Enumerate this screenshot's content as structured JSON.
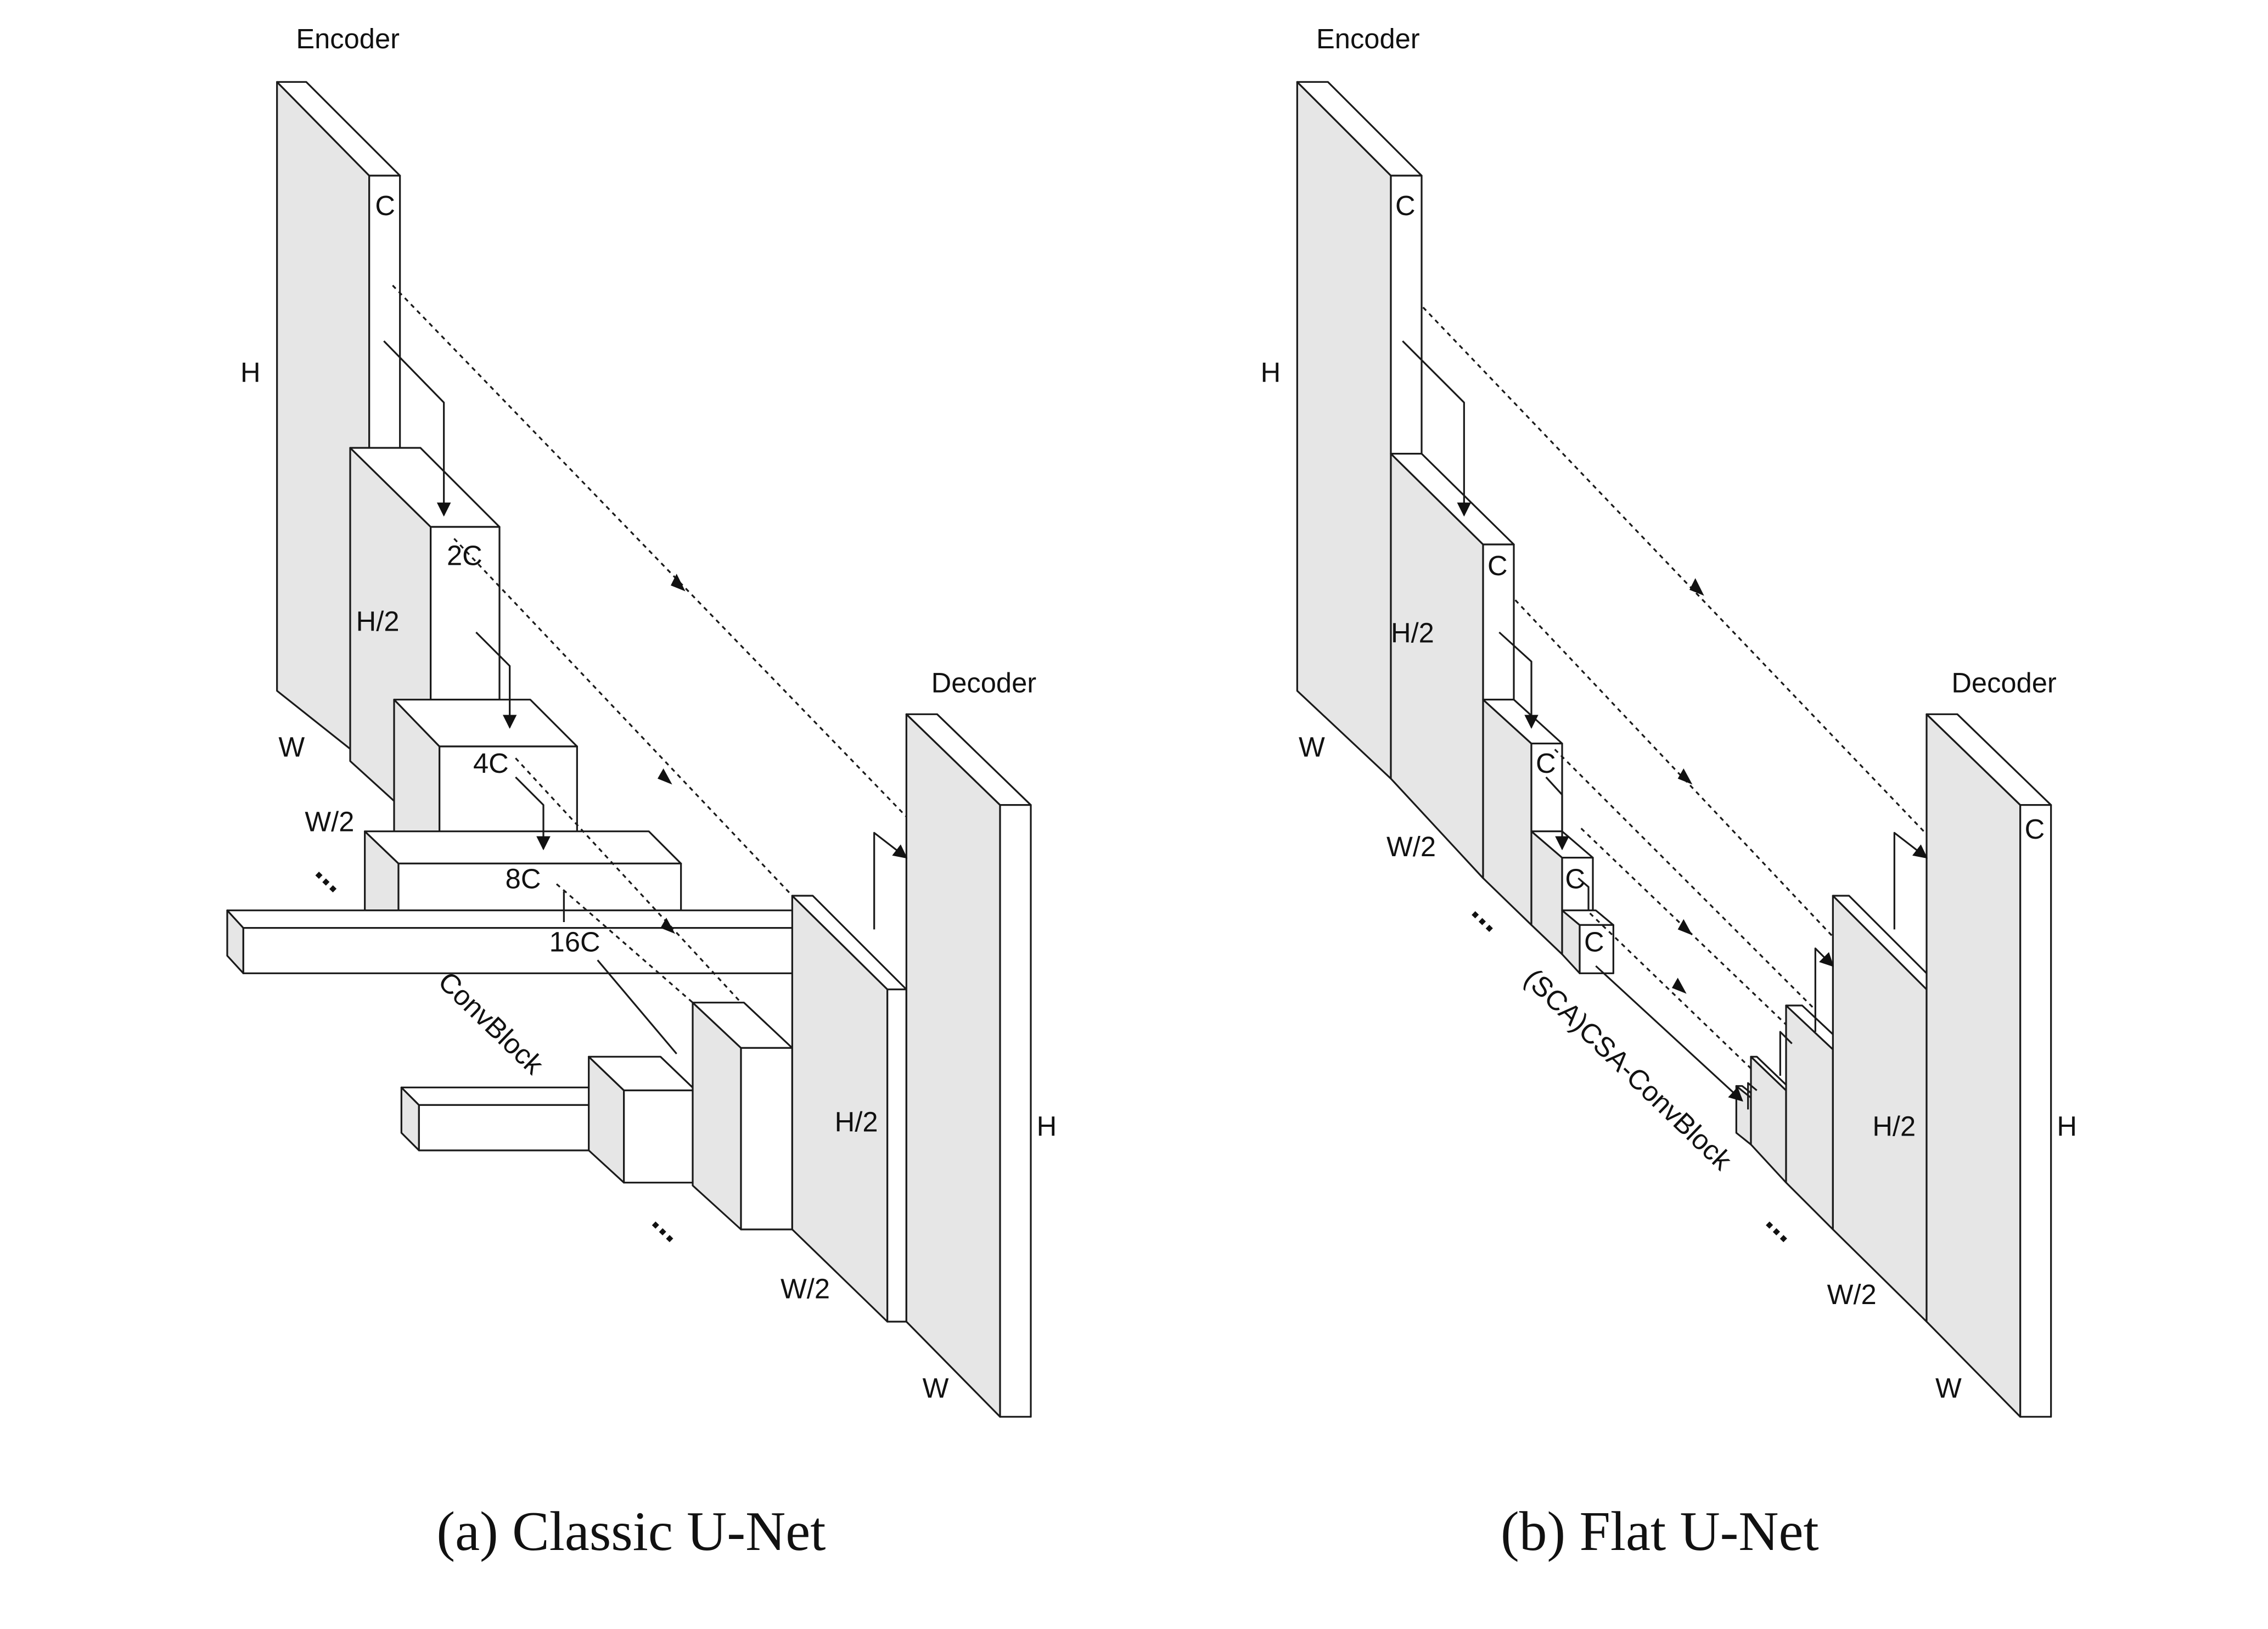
{
  "panel_a": {
    "encoder_label": "Encoder",
    "decoder_label": "Decoder",
    "enc_c": "C",
    "enc_2c": "2C",
    "enc_4c": "4C",
    "enc_8c": "8C",
    "enc_16c": "16C",
    "h": "H",
    "w": "W",
    "h2": "H/2",
    "w2": "W/2",
    "dec_h": "H",
    "dec_w": "W",
    "dec_h2": "H/2",
    "dec_w2": "W/2",
    "block_label": "ConvBlock",
    "ellipsis_left": "...",
    "ellipsis_right": "...",
    "caption": "(a) Classic U-Net"
  },
  "panel_b": {
    "encoder_label": "Encoder",
    "decoder_label": "Decoder",
    "enc_c1": "C",
    "enc_c2": "C",
    "enc_c3": "C",
    "enc_c4": "C",
    "enc_c5": "C",
    "dec_c": "C",
    "h": "H",
    "w": "W",
    "h2": "H/2",
    "w2": "W/2",
    "dec_h": "H",
    "dec_w": "W",
    "dec_h2": "H/2",
    "dec_w2": "W/2",
    "block_label": "(SCA)CSA-ConvBlock",
    "ellipsis_left": "...",
    "ellipsis_right": "...",
    "caption": "(b) Flat U-Net"
  },
  "colors": {
    "front": "#e6e6e6",
    "side": "#ffffff",
    "top": "#ffffff",
    "stroke": "#1a1a1a"
  }
}
